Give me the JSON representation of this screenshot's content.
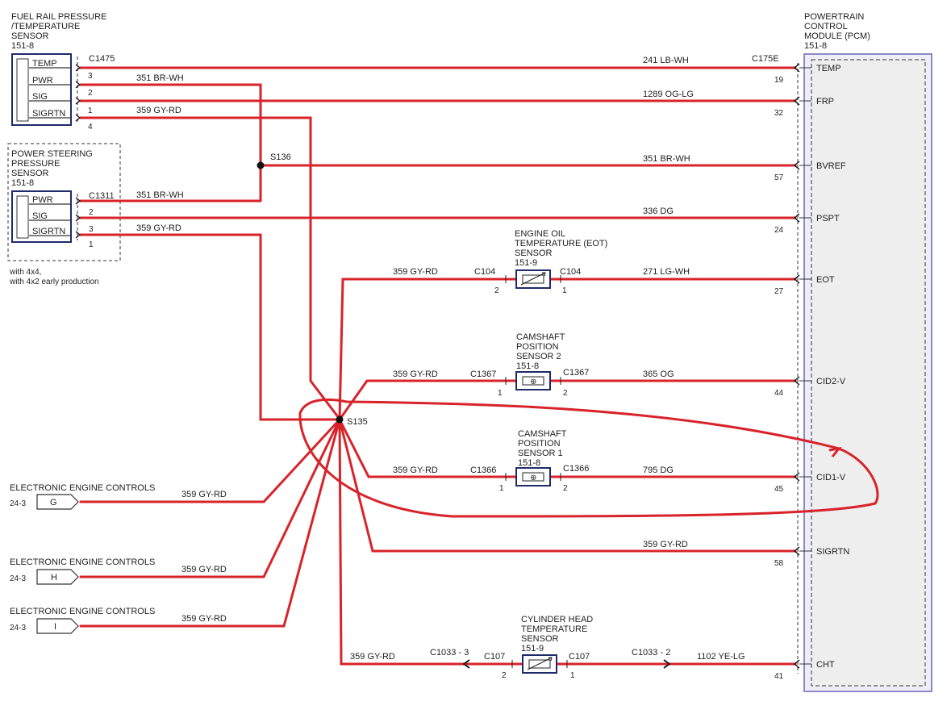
{
  "frp_sensor": {
    "title": [
      "FUEL RAIL PRESSURE",
      "/TEMPERATURE",
      "SENSOR",
      "151-8"
    ],
    "pins": [
      "TEMP",
      "PWR",
      "SIG",
      "SIGRTN"
    ],
    "connector": "C1475",
    "pin_numbers": [
      "3",
      "2",
      "1",
      "4"
    ]
  },
  "ps_sensor": {
    "title": [
      "POWER STEERING",
      "PRESSURE",
      "SENSOR",
      "151-8"
    ],
    "pins": [
      "PWR",
      "SIG",
      "SIGRTN"
    ],
    "connector": "C1311",
    "pin_numbers": [
      "2",
      "3",
      "1"
    ],
    "note": [
      "with 4x4,",
      "with 4x2 early production"
    ]
  },
  "pcm": {
    "title": [
      "POWERTRAIN",
      "CONTROL",
      "MODULE (PCM)",
      "151-8"
    ],
    "connector": "C175E",
    "pins": [
      "TEMP",
      "FRP",
      "BVREF",
      "PSPT",
      "EOT",
      "CID2-V",
      "CID1-V",
      "SIGRTN",
      "CHT"
    ],
    "pin_numbers": [
      "19",
      "32",
      "57",
      "24",
      "27",
      "44",
      "45",
      "58",
      "41"
    ]
  },
  "splices": {
    "s136": "S136",
    "s135": "S135"
  },
  "eot_sensor": {
    "title": [
      "ENGINE OIL",
      "TEMPERATURE (EOT)",
      "SENSOR",
      "151-9"
    ],
    "connector": "C104",
    "pin_left": "2",
    "pin_right": "1"
  },
  "cmp2_sensor": {
    "title": [
      "CAMSHAFT",
      "POSITION",
      "SENSOR 2",
      "151-8"
    ],
    "connector": "C1367",
    "pin_left": "1",
    "pin_right": "2"
  },
  "cmp1_sensor": {
    "title": [
      "CAMSHAFT",
      "POSITION",
      "SENSOR 1",
      "151-8"
    ],
    "connector": "C1366",
    "pin_left": "1",
    "pin_right": "2"
  },
  "cht_sensor": {
    "title": [
      "CYLINDER HEAD",
      "TEMPERATURE",
      "SENSOR",
      "151-9"
    ],
    "connector": "C107",
    "pin_left": "2",
    "pin_right": "1",
    "inline_left": "C1033 - 3",
    "inline_right": "C1033 - 2"
  },
  "eec": [
    {
      "title": "ELECTRONIC ENGINE CONTROLS",
      "ref": "24-3",
      "letter": "G",
      "wire": "359  GY-RD"
    },
    {
      "title": "ELECTRONIC ENGINE CONTROLS",
      "ref": "24-3",
      "letter": "H",
      "wire": "359  GY-RD"
    },
    {
      "title": "ELECTRONIC ENGINE CONTROLS",
      "ref": "24-3",
      "letter": "I",
      "wire": "359  GY-RD"
    }
  ],
  "wires": {
    "temp": "241  LB-WH",
    "frp_pwr": "351  BR-WH",
    "frp_sig": "1289   OG-LG",
    "frp_sigrtn": "359  GY-RD",
    "bvref": "351  BR-WH",
    "ps_pwr": "351  BR-WH",
    "pspt": "336  DG",
    "ps_sigrtn": "359  GY-RD",
    "eot_left": "359  GY-RD",
    "eot_right": "271  LG-WH",
    "cmp2_left": "359  GY-RD",
    "cmp2_right": "365  OG",
    "cmp1_left": "359  GY-RD",
    "cmp1_right": "795  DG",
    "sigrtn": "359  GY-RD",
    "cht_left": "359  GY-RD",
    "cht_right": "1102   YE-LG"
  }
}
